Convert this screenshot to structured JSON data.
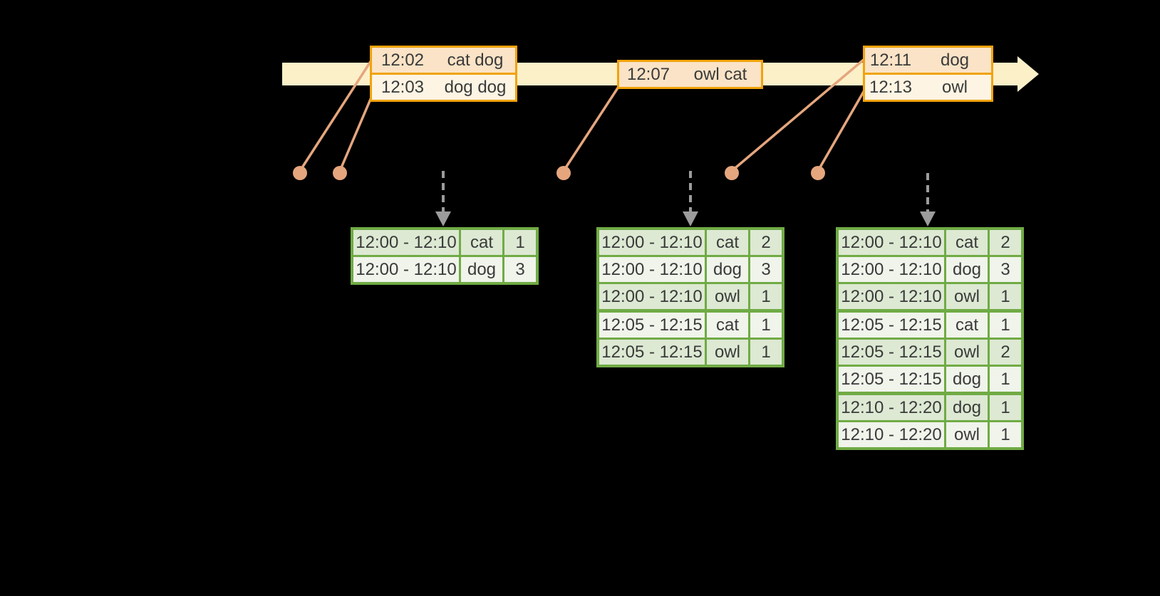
{
  "colors": {
    "background": "#000000",
    "timeline_band": "#FCF0C9",
    "event_border": "#F0A30B",
    "event_row_peach": "#FAE3C6",
    "event_row_cream": "#FDF4E3",
    "connector": "#E5A67E",
    "trigger_arrow": "#9C9C9C",
    "result_border": "#70AB45",
    "result_row_dark": "#DDE9D3",
    "result_row_light": "#F0F4EB",
    "text": "#3A3A3A"
  },
  "icons": {
    "timeline_arrow": "right-arrow",
    "event_marker": "dot",
    "trigger_marker": "dashed-down-arrow"
  },
  "timeline": {
    "event_batches": [
      {
        "rows": [
          {
            "time": "12:02",
            "words": "cat dog",
            "tone": "peach"
          },
          {
            "time": "12:03",
            "words": "dog dog",
            "tone": "cream"
          }
        ]
      },
      {
        "rows": [
          {
            "time": "12:07",
            "words": "owl cat",
            "tone": "peach"
          }
        ]
      },
      {
        "rows": [
          {
            "time": "12:11",
            "words": "dog",
            "tone": "peach"
          },
          {
            "time": "12:13",
            "words": "owl",
            "tone": "cream"
          }
        ]
      }
    ]
  },
  "result_tables": [
    {
      "rows": [
        {
          "window": "12:00 - 12:10",
          "word": "cat",
          "count": "1"
        },
        {
          "window": "12:00 - 12:10",
          "word": "dog",
          "count": "3"
        }
      ]
    },
    {
      "rows": [
        {
          "window": "12:00 - 12:10",
          "word": "cat",
          "count": "2"
        },
        {
          "window": "12:00 - 12:10",
          "word": "dog",
          "count": "3"
        },
        {
          "window": "12:00 - 12:10",
          "word": "owl",
          "count": "1"
        },
        {
          "window": "12:05 - 12:15",
          "word": "cat",
          "count": "1"
        },
        {
          "window": "12:05 - 12:15",
          "word": "owl",
          "count": "1"
        }
      ]
    },
    {
      "rows": [
        {
          "window": "12:00 - 12:10",
          "word": "cat",
          "count": "2"
        },
        {
          "window": "12:00 - 12:10",
          "word": "dog",
          "count": "3"
        },
        {
          "window": "12:00 - 12:10",
          "word": "owl",
          "count": "1"
        },
        {
          "window": "12:05 - 12:15",
          "word": "cat",
          "count": "1"
        },
        {
          "window": "12:05 - 12:15",
          "word": "owl",
          "count": "2"
        },
        {
          "window": "12:05 - 12:15",
          "word": "dog",
          "count": "1"
        },
        {
          "window": "12:10 - 12:20",
          "word": "dog",
          "count": "1"
        },
        {
          "window": "12:10 - 12:20",
          "word": "owl",
          "count": "1"
        }
      ]
    }
  ]
}
